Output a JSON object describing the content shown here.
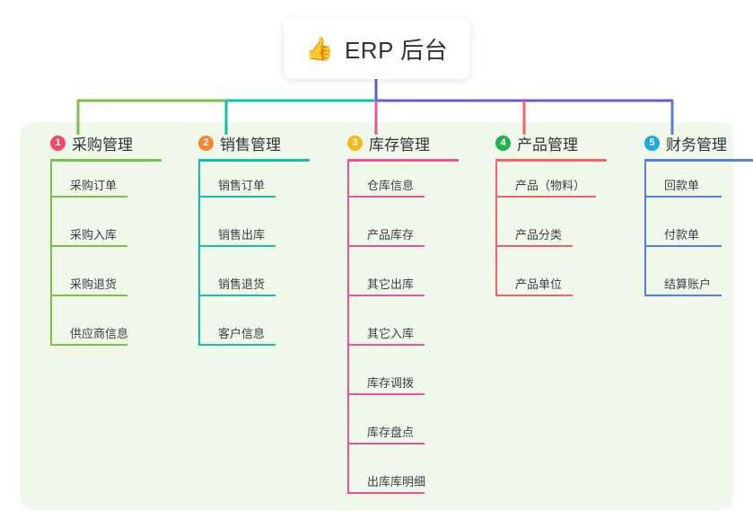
{
  "root": {
    "icon": "thumbs-up-icon",
    "icon_glyph": "👍",
    "title": "ERP 后台"
  },
  "panel": {
    "background_color": "#eff8e9"
  },
  "columns": [
    {
      "index": "1",
      "title": "采购管理",
      "accent_color": "#7dbf4b",
      "badge_color": "#ef4a63",
      "children": [
        {
          "label": "采购订单"
        },
        {
          "label": "采购入库"
        },
        {
          "label": "采购退货"
        },
        {
          "label": "供应商信息"
        }
      ]
    },
    {
      "index": "2",
      "title": "销售管理",
      "accent_color": "#12c0a8",
      "badge_color": "#f58634",
      "children": [
        {
          "label": "销售订单"
        },
        {
          "label": "销售出库"
        },
        {
          "label": "销售退货"
        },
        {
          "label": "客户信息"
        }
      ]
    },
    {
      "index": "3",
      "title": "库存管理",
      "accent_color": "#e8539c",
      "badge_color": "#f5b819",
      "children": [
        {
          "label": "仓库信息"
        },
        {
          "label": "产品库存"
        },
        {
          "label": "其它出库"
        },
        {
          "label": "其它入库"
        },
        {
          "label": "库存调拨"
        },
        {
          "label": "库存盘点"
        },
        {
          "label": "出库库明细"
        }
      ]
    },
    {
      "index": "4",
      "title": "产品管理",
      "accent_color": "#f4626a",
      "badge_color": "#22b14c",
      "children": [
        {
          "label": "产品（物料）"
        },
        {
          "label": "产品分类"
        },
        {
          "label": "产品单位"
        }
      ]
    },
    {
      "index": "5",
      "title": "财务管理",
      "accent_color": "#5b7fd4",
      "badge_color": "#1fa8e0",
      "children": [
        {
          "label": "回款单"
        },
        {
          "label": "付款单"
        },
        {
          "label": "结算账户"
        }
      ]
    }
  ],
  "connectors": {
    "trunk_color": "#5b5fd0",
    "segment_colors": [
      "#7dbf4b",
      "#12c0a8",
      "#5b5fd0",
      "#5b5fd0"
    ],
    "stub_colors": [
      "#7dbf4b",
      "#12c0a8",
      "#e8539c",
      "#f4626a",
      "#5b7fd4"
    ]
  }
}
